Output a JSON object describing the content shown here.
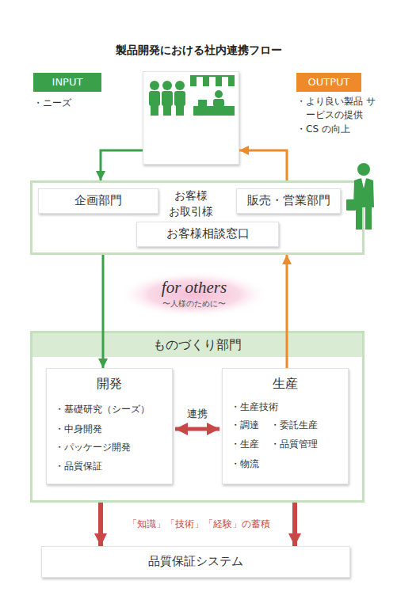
{
  "diagram": {
    "title": "製品開発における社内連携フロー",
    "nodes": [
      {
        "text": [
          "INPUT"
        ]
      },
      {
        "text": [
          "お客様 お取引様"
        ]
      },
      {
        "text": [
          "OUTPUT"
        ]
      },
      {
        "text": []
      },
      {
        "text": [
          "企画部門"
        ],
        "in": 3
      },
      {
        "text": [
          "販売・営業部門"
        ],
        "in": 3
      },
      {
        "text": [
          "お客様相談窓口"
        ],
        "in": 3
      },
      {
        "text": [
          "for others",
          "〜人様のために〜"
        ]
      },
      {
        "text": [
          "ものづくり部門"
        ]
      },
      {
        "text": [
          "開発",
          "・基礎研究（シーズ）",
          "・中身開発",
          "・パッケージ開発",
          "・品質保証"
        ],
        "in": 8
      },
      {
        "text": [
          "生産",
          "・生産技術",
          "・調達",
          "・委託生産",
          "・生産",
          "・品質管理",
          "・物流"
        ],
        "in": 8
      },
      {
        "text": [
          "品質保証システム"
        ]
      }
    ],
    "edges": [
      {
        "from": 1,
        "to": 3,
        "arrow": "to"
      },
      {
        "from": 3,
        "to": 1,
        "arrow": "to"
      },
      {
        "from": 3,
        "to": 9,
        "arrow": "to"
      },
      {
        "from": 10,
        "to": 3,
        "arrow": "to"
      },
      {
        "from": 9,
        "to": 10,
        "label": "連携",
        "arrow": "both"
      },
      {
        "from": 8,
        "to": 11,
        "arrow": "to"
      },
      {
        "from": 8,
        "to": 11,
        "arrow": "to"
      }
    ],
    "labels": [
      "・ニーズ",
      "・より良い製品 サービスの提供",
      "・CS の向上",
      "「知識」「技術」「経験」の蓄積"
    ]
  }
}
